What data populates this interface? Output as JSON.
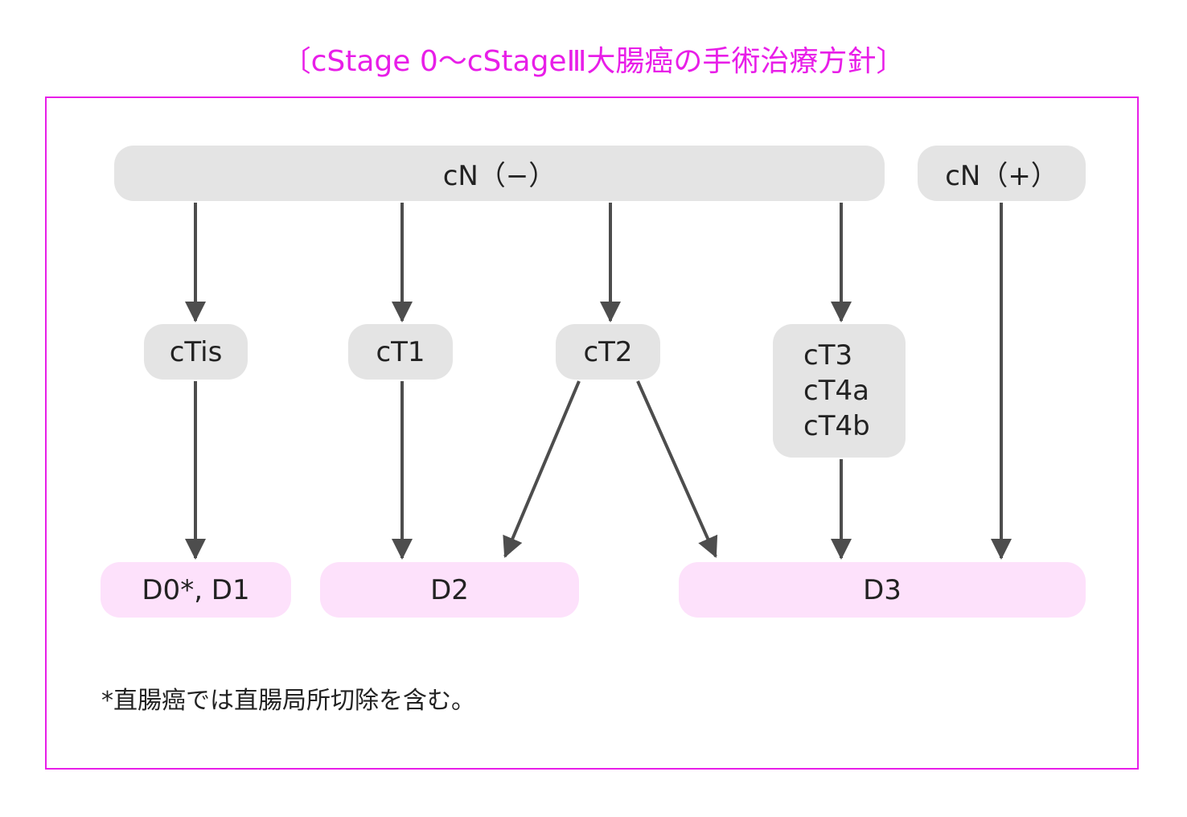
{
  "title": "〔cStage 0〜cStageⅢ大腸癌の手術治療方針〕",
  "nodes": {
    "cn_neg": "cN（−）",
    "cn_pos": "cN（+）",
    "ctis": "cTis",
    "ct1": "cT1",
    "ct2": "cT2",
    "ct3": "cT3",
    "ct4a": "cT4a",
    "ct4b": "cT4b",
    "d0d1": "D0*, D1",
    "d2": "D2",
    "d3": "D3"
  },
  "edges": [
    [
      "cn_neg",
      "ctis"
    ],
    [
      "cn_neg",
      "ct1"
    ],
    [
      "cn_neg",
      "ct2"
    ],
    [
      "cn_neg",
      "ct3_group"
    ],
    [
      "cn_pos",
      "d3"
    ],
    [
      "ctis",
      "d0d1"
    ],
    [
      "ct1",
      "d2"
    ],
    [
      "ct2",
      "d2"
    ],
    [
      "ct2",
      "d3"
    ],
    [
      "ct3_group",
      "d3"
    ]
  ],
  "footnote": "*直腸癌では直腸局所切除を含む。",
  "colors": {
    "accent": "#e81ee8",
    "node_gray": "#e4e4e4",
    "node_pink": "#fde1fb",
    "arrow": "#4d4d4d"
  }
}
